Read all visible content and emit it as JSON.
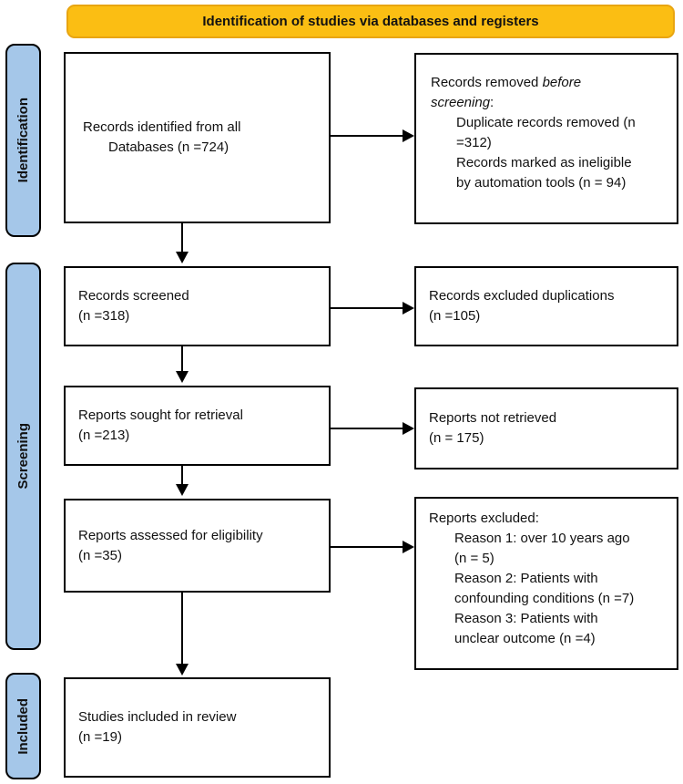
{
  "header": {
    "title": "Identification of studies via databases and registers"
  },
  "colors": {
    "banner_fill": "#FBBE13",
    "banner_border": "#E8A511",
    "stage_fill": "#A5C7E9",
    "box_border": "#000000"
  },
  "stages": [
    {
      "label": "Identification"
    },
    {
      "label": "Screening"
    },
    {
      "label": "Included"
    }
  ],
  "boxes": {
    "records_identified": {
      "lines": [
        {
          "segs": [
            {
              "t": "Records identified from all"
            }
          ]
        },
        {
          "indent": 1,
          "segs": [
            {
              "t": "Databases (n =724)"
            }
          ]
        }
      ]
    },
    "records_removed": {
      "lines": [
        {
          "segs": [
            {
              "t": "Records removed "
            },
            {
              "t": "before",
              "i": 1
            }
          ]
        },
        {
          "segs": [
            {
              "t": "screening",
              "i": 1
            },
            {
              "t": ":"
            }
          ]
        },
        {
          "indent": 1,
          "segs": [
            {
              "t": "Duplicate records removed (n"
            }
          ]
        },
        {
          "indent": 1,
          "segs": [
            {
              "t": "=312)"
            }
          ]
        },
        {
          "indent": 1,
          "segs": [
            {
              "t": "Records marked as ineligible"
            }
          ]
        },
        {
          "indent": 1,
          "segs": [
            {
              "t": "by automation tools (n = 94)"
            }
          ]
        }
      ]
    },
    "records_screened": {
      "lines": [
        {
          "segs": [
            {
              "t": "Records screened"
            }
          ]
        },
        {
          "segs": [
            {
              "t": "(n =318)"
            }
          ]
        }
      ]
    },
    "records_excluded": {
      "lines": [
        {
          "segs": [
            {
              "t": "Records excluded duplications"
            }
          ]
        },
        {
          "segs": [
            {
              "t": "(n =105)"
            }
          ]
        }
      ]
    },
    "reports_sought": {
      "lines": [
        {
          "segs": [
            {
              "t": "Reports sought for retrieval"
            }
          ]
        },
        {
          "segs": [
            {
              "t": "(n =213)"
            }
          ]
        }
      ]
    },
    "reports_not_retrieved": {
      "lines": [
        {
          "segs": [
            {
              "t": "Reports not retrieved"
            }
          ]
        },
        {
          "segs": [
            {
              "t": "(n = 175)"
            }
          ]
        }
      ]
    },
    "reports_assessed": {
      "lines": [
        {
          "segs": [
            {
              "t": "Reports assessed for eligibility"
            }
          ]
        },
        {
          "segs": [
            {
              "t": "(n =35)"
            }
          ]
        }
      ]
    },
    "reports_excluded": {
      "lines": [
        {
          "segs": [
            {
              "t": "Reports excluded:"
            }
          ]
        },
        {
          "indent": 1,
          "segs": [
            {
              "t": "Reason 1: over 10 years ago"
            }
          ]
        },
        {
          "indent": 1,
          "segs": [
            {
              "t": "(n = 5)"
            }
          ]
        },
        {
          "indent": 1,
          "segs": [
            {
              "t": "Reason 2: Patients with"
            }
          ]
        },
        {
          "indent": 1,
          "segs": [
            {
              "t": "confounding conditions (n =7)"
            }
          ]
        },
        {
          "indent": 1,
          "segs": [
            {
              "t": "Reason 3: Patients with"
            }
          ]
        },
        {
          "indent": 1,
          "segs": [
            {
              "t": "unclear outcome (n =4)"
            }
          ]
        }
      ]
    },
    "studies_included": {
      "lines": [
        {
          "segs": [
            {
              "t": "Studies included in review"
            }
          ]
        },
        {
          "segs": [
            {
              "t": "(n =19)"
            }
          ]
        }
      ]
    }
  }
}
